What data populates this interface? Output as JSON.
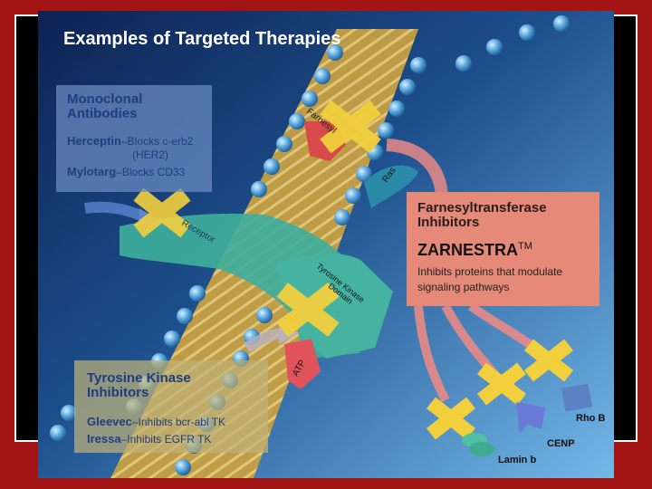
{
  "title": "Examples of Targeted Therapies",
  "monoclonal": {
    "heading_line1": "Monoclonal",
    "heading_line2": "Antibodies",
    "herceptin_name": "Herceptin",
    "herceptin_desc": "–Blocks c-erb2",
    "herceptin_desc2": "(HER2)",
    "mylotarg_name": "Mylotarg",
    "mylotarg_desc": "–Blocks CD33"
  },
  "fti": {
    "heading_line1": "Farnesyltransferase",
    "heading_line2": "Inhibitors",
    "drug": "ZARNESTRA",
    "trademark": "TM",
    "desc": "Inhibits proteins that modulate signaling pathways"
  },
  "tki": {
    "heading_line1": "Tyrosine Kinase",
    "heading_line2": "Inhibitors",
    "gleevec_name": "Gleevec",
    "gleevec_desc": "–Inhibits bcr-abl TK",
    "iressa_name": "Iressa",
    "iressa_desc": "–Inhibits EGFR TK"
  },
  "diagram_labels": {
    "farnesyl": "Farnesyl",
    "ras": "Ras",
    "receptor": "Receptor",
    "tk_domain_line1": "Tyrosine Kinase",
    "tk_domain_line2": "Domain",
    "atp": "ATP",
    "rho_b": "Rho B",
    "cenp": "CENP",
    "lamin_b": "Lamin b"
  },
  "colors": {
    "frame": "#a31414",
    "background_dark": "#0f2452",
    "background_light": "#6fb3e4",
    "membrane": "#c9a64a",
    "receptor": "#3fae9c",
    "inhibitor_x": "#f2cf3d"
  }
}
